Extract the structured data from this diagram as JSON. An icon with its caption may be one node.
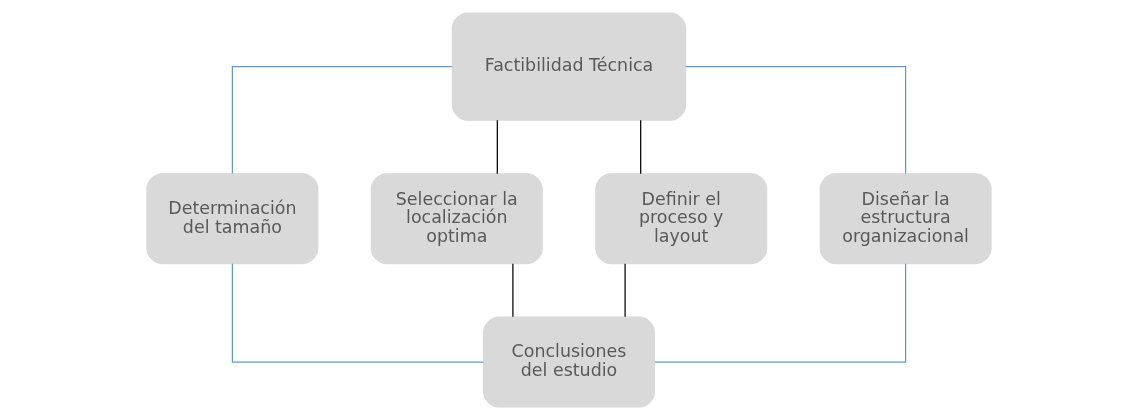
{
  "diagram": {
    "nodes": [
      {
        "text": [
          "Factibilidad Técnica"
        ]
      },
      {
        "text": [
          "Determinación del tamaño"
        ]
      },
      {
        "text": [
          "Seleccionar la localización optima"
        ]
      },
      {
        "text": [
          "Definir el proceso y layout"
        ]
      },
      {
        "text": [
          "Diseñar la estructura organizacional"
        ]
      },
      {
        "text": [
          "Conclusiones del estudio"
        ]
      }
    ],
    "edges": [
      {
        "from": 0,
        "to": 1,
        "arrow": "none",
        "color": "#5b9bd5"
      },
      {
        "from": 0,
        "to": 2,
        "arrow": "none",
        "color": "#000000"
      },
      {
        "from": 0,
        "to": 3,
        "arrow": "none",
        "color": "#000000"
      },
      {
        "from": 0,
        "to": 4,
        "arrow": "none",
        "color": "#5b9bd5"
      },
      {
        "from": 1,
        "to": 5,
        "arrow": "none",
        "color": "#5b9bd5"
      },
      {
        "from": 2,
        "to": 5,
        "arrow": "none",
        "color": "#000000"
      },
      {
        "from": 3,
        "to": 5,
        "arrow": "none",
        "color": "#000000"
      },
      {
        "from": 4,
        "to": 5,
        "arrow": "none",
        "color": "#5b9bd5"
      }
    ]
  }
}
